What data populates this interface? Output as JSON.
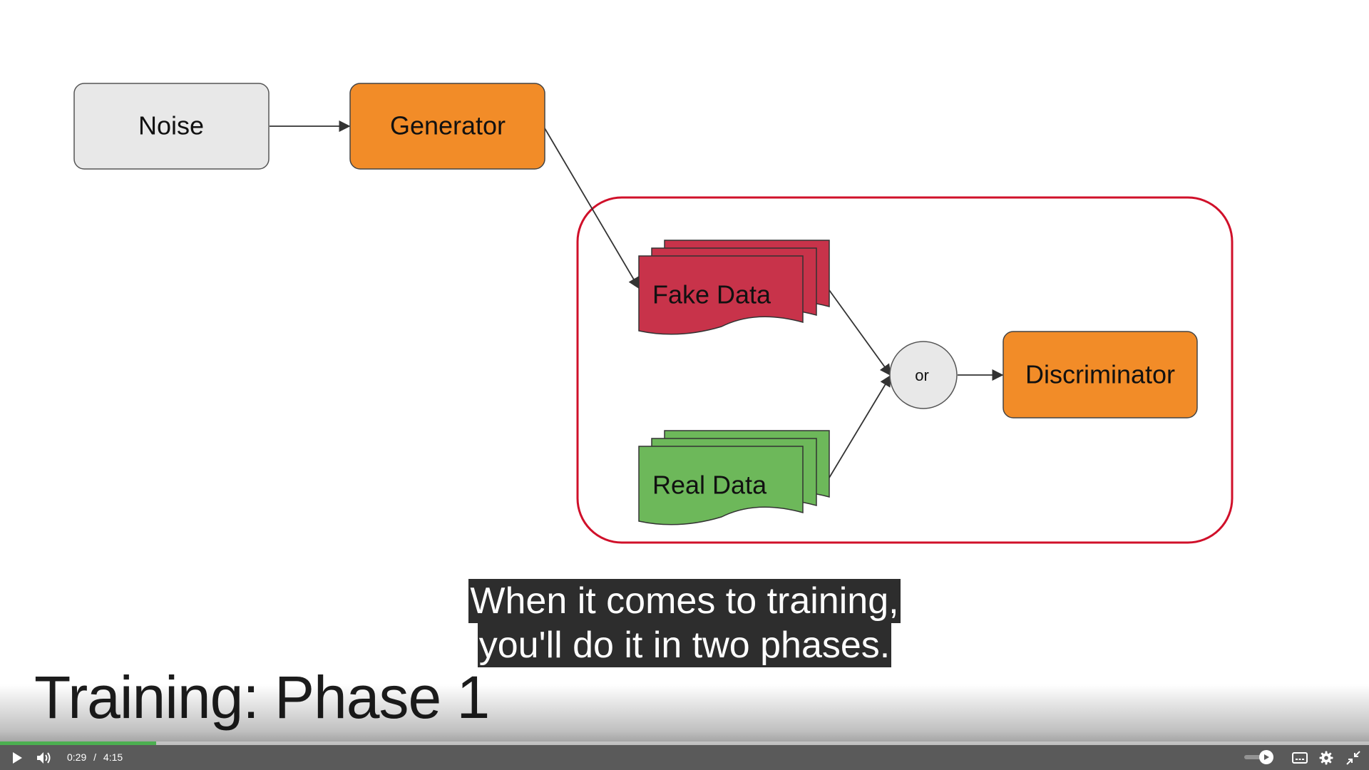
{
  "diagram": {
    "nodes": {
      "noise": "Noise",
      "generator": "Generator",
      "fake_data": "Fake Data",
      "real_data": "Real Data",
      "or": "or",
      "discriminator": "Discriminator"
    },
    "colors": {
      "orange": "#f28c28",
      "grey_box": "#e8e8e8",
      "fake_red": "#c8334a",
      "real_green": "#6db85a",
      "highlight_border": "#d0102a"
    }
  },
  "caption": {
    "line1": "When it comes to training,",
    "line2": "you'll do it in two phases."
  },
  "slide_title": "Training: Phase 1",
  "player": {
    "current_time": "0:29",
    "separator": "/",
    "duration": "4:15",
    "progress": 0.114,
    "volume": 0.75,
    "icons": [
      "play-icon",
      "volume-icon",
      "toggle-icon",
      "captions-icon",
      "settings-icon",
      "exit-fullscreen-icon"
    ],
    "accent_color": "#4caf50"
  }
}
